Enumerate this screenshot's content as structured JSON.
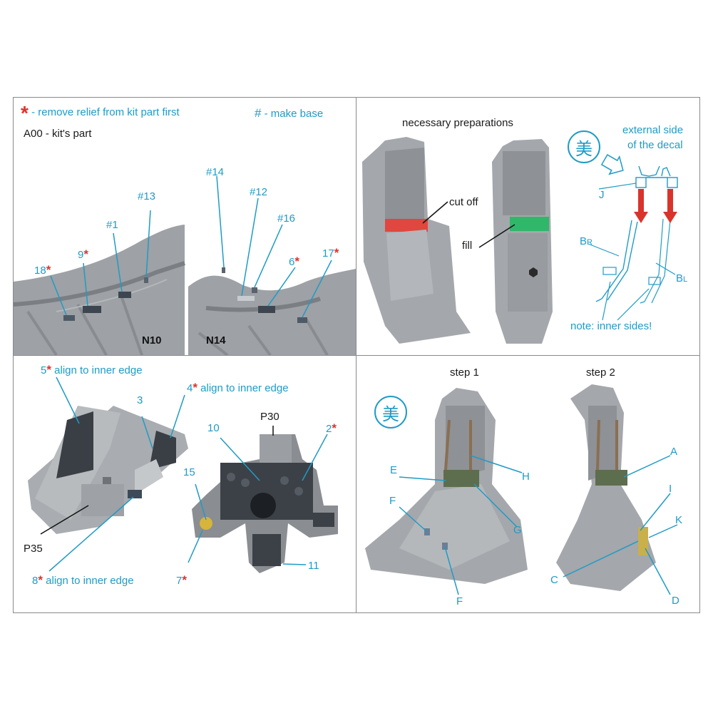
{
  "legend": {
    "star_symbol": "*",
    "star_text": "- remove relief from kit part first",
    "hash_symbol": "#",
    "hash_text": "- make base",
    "kit_part": "A00 - kit's part"
  },
  "panel_tl": {
    "callouts": [
      "18",
      "9",
      "#1",
      "#13",
      "#14",
      "#12",
      "#16",
      "6",
      "17"
    ],
    "part_left": "N10",
    "part_right": "N14"
  },
  "panel_tr": {
    "title": "necessary preparations",
    "cut_off": "cut off",
    "fill": "fill",
    "external_side_line1": "external side",
    "external_side_line2": "of the decal",
    "j": "J",
    "br_main": "B",
    "br_sub": "R",
    "bl_main": "B",
    "bl_sub": "L",
    "note": "note: inner sides!",
    "stamp": "美"
  },
  "panel_bl": {
    "c5": "5",
    "c5_text": "align to inner edge",
    "c4": "4",
    "c4_text": "align to inner edge",
    "c3": "3",
    "c10": "10",
    "p30": "P30",
    "c2": "2",
    "c15": "15",
    "p35": "P35",
    "c8": "8",
    "c8_text": "align to inner edge",
    "c7": "7",
    "c11": "11"
  },
  "panel_br": {
    "step1": "step 1",
    "step2": "step 2",
    "stamp": "美",
    "e": "E",
    "h": "H",
    "g": "G",
    "f1": "F",
    "f2": "F",
    "a": "A",
    "i": "I",
    "k": "K",
    "c": "C",
    "d": "D"
  },
  "colors": {
    "callout": "#1f9bc7",
    "asterisk": "#e0322b",
    "resin_grey": "#9ea1a5",
    "cut_red": "#e0473e",
    "fill_green": "#2fb86a",
    "arrow_red": "#d9342b",
    "belt_green": "#5d6e4f"
  }
}
